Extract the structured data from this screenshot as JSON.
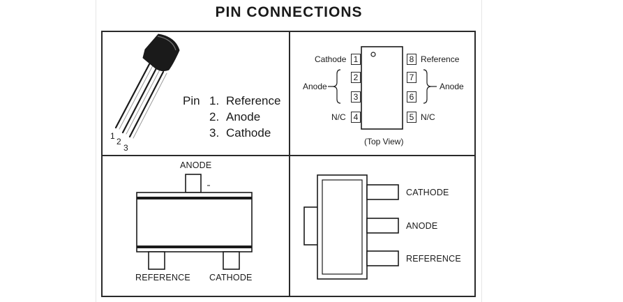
{
  "title": "PIN CONNECTIONS",
  "to92": {
    "pin_word": "Pin",
    "pins": [
      {
        "number": "1.",
        "name": "Reference"
      },
      {
        "number": "2.",
        "name": "Anode"
      },
      {
        "number": "3.",
        "name": "Cathode"
      }
    ],
    "lead_numbers": [
      "1",
      "2",
      "3"
    ]
  },
  "soic8": {
    "left_pins": [
      {
        "number": "1",
        "label": "Cathode"
      },
      {
        "number": "2",
        "label": ""
      },
      {
        "number": "3",
        "label": ""
      },
      {
        "number": "4",
        "label": "N/C"
      }
    ],
    "right_pins": [
      {
        "number": "8",
        "label": "Reference"
      },
      {
        "number": "7",
        "label": ""
      },
      {
        "number": "6",
        "label": ""
      },
      {
        "number": "5",
        "label": "N/C"
      }
    ],
    "left_group_label": "Anode",
    "right_group_label": "Anode",
    "caption": "(Top View)"
  },
  "sot23": {
    "top_label": "ANODE",
    "bottom_left_label": "REFERENCE",
    "bottom_right_label": "CATHODE"
  },
  "sot89": {
    "labels": [
      "CATHODE",
      "ANODE",
      "REFERENCE"
    ]
  }
}
